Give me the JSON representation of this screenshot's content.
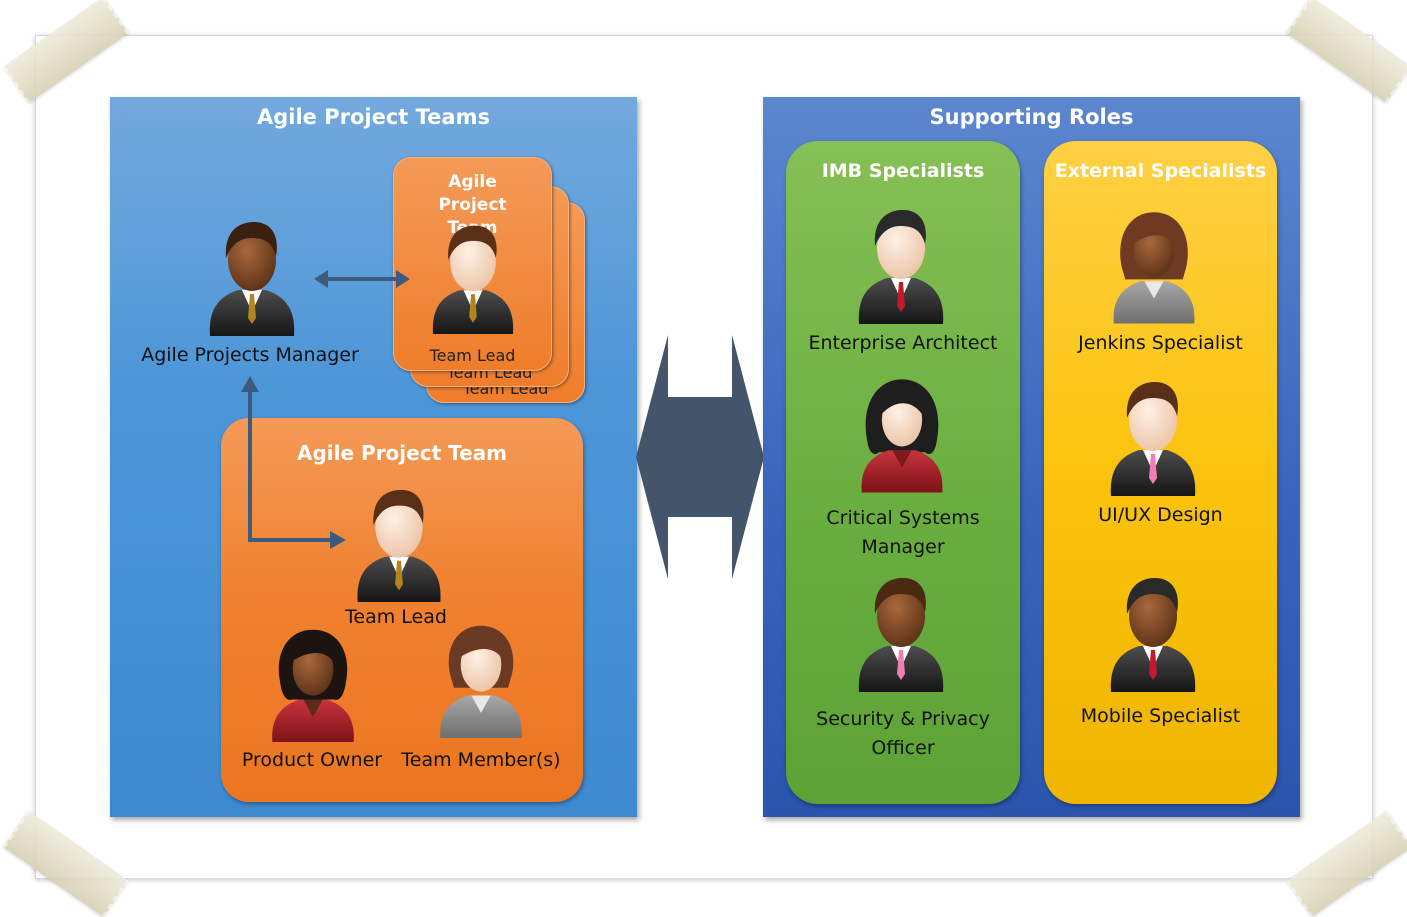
{
  "left_panel": {
    "title": "Agile Project Teams",
    "manager_label": "Agile Projects Manager",
    "stack": {
      "title": "Agile Project Team",
      "lead_label": "Team Lead",
      "back_labels": [
        "Team Lead",
        "Team Lead"
      ]
    },
    "team": {
      "title": "Agile Project Team",
      "lead_label": "Team Lead",
      "owner_label": "Product Owner",
      "member_label": "Team Member(s)"
    }
  },
  "right_panel": {
    "title": "Supporting Roles",
    "imb": {
      "title": "IMB Specialists",
      "roles": [
        "Enterprise Architect",
        "Critical Systems Manager",
        "Security & Privacy Officer"
      ]
    },
    "external": {
      "title": "External Specialists",
      "roles": [
        "Jenkins Specialist",
        "UI/UX Design",
        "Mobile Specialist"
      ]
    }
  },
  "colors": {
    "left_panel": "#4d96d8",
    "right_panel": "#3a65bd",
    "orange": "#f08130",
    "green": "#6aae3f",
    "yellow": "#fbc30d",
    "connector": "#3d5a80",
    "big_arrow": "#44546a"
  },
  "icons": [
    "businessman-icon",
    "businesswoman-icon",
    "double-arrow-icon"
  ]
}
